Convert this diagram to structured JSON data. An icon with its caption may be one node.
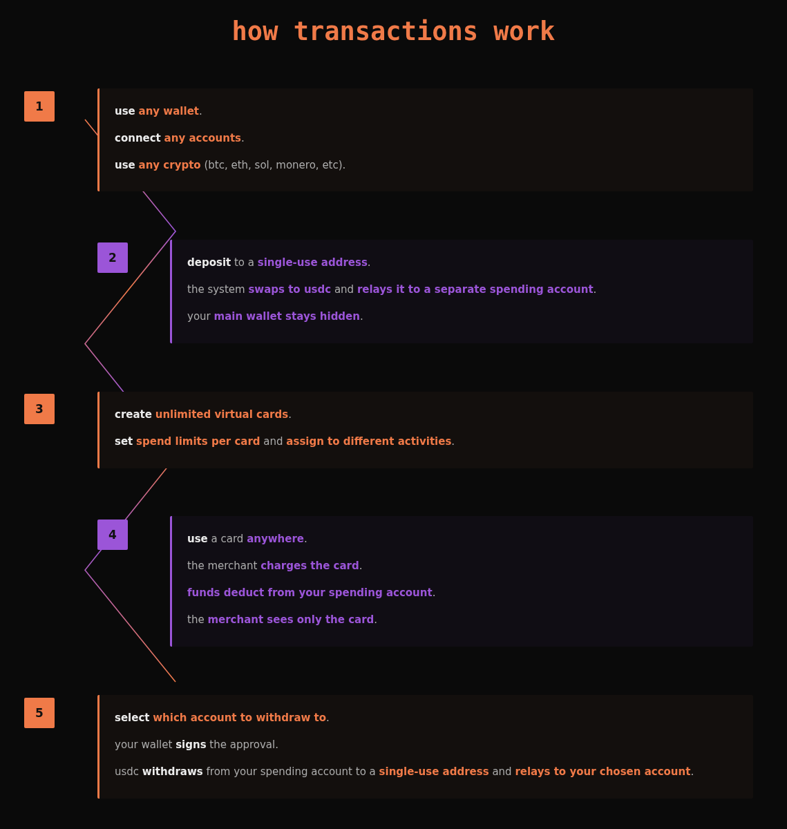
{
  "diagram": {
    "title": "how transactions work",
    "nodes": [
      {
        "text": [
          "1"
        ]
      },
      {
        "text": [
          "**use** *any wallet*.",
          "**connect** *any accounts*.",
          "**use** *any crypto* (btc, eth, sol, monero, etc)."
        ]
      },
      {
        "text": [
          "2"
        ]
      },
      {
        "text": [
          "**deposit** to a *single-use address*.",
          "the system *swaps to usdc* and *relays it to a separate spending account*.",
          "your *main wallet stays hidden*."
        ]
      },
      {
        "text": [
          "3"
        ]
      },
      {
        "text": [
          "**create** *unlimited virtual cards*.",
          "**set** *spend limits per card* and *assign to different activities*."
        ]
      },
      {
        "text": [
          "4"
        ]
      },
      {
        "text": [
          "**use** a card *anywhere*.",
          "the merchant *charges the card*.",
          "*funds deduct from your spending account*.",
          "the *merchant sees only the card*."
        ]
      },
      {
        "text": [
          "5"
        ]
      },
      {
        "text": [
          "**select** *which account to withdraw to*.",
          "your wallet **signs** the approval.",
          "usdc **withdraws** from your spending account to a *single-use address* and *relays to your chosen account*."
        ]
      }
    ]
  }
}
